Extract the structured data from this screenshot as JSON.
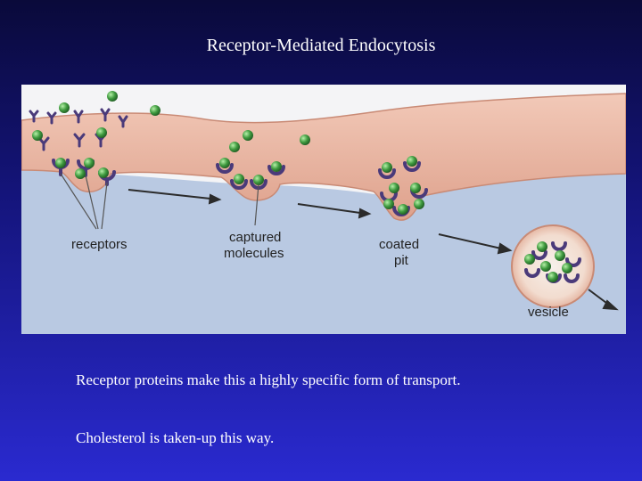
{
  "slide": {
    "title": "Receptor-Mediated Endocytosis",
    "bullets": [
      "Receptor proteins make this a highly specific form of transport.",
      "Cholesterol is taken-up this way."
    ]
  },
  "diagram": {
    "labels": {
      "receptors": "receptors",
      "captured_line1": "captured",
      "captured_line2": "molecules",
      "coated_line1": "coated",
      "coated_line2": "pit",
      "vesicle": "vesicle"
    },
    "colors": {
      "membrane": "#e8b7a4",
      "membrane_edge": "#c98a75",
      "cytoplasm": "#b9c9e2",
      "extracellular": "#f3f3f3",
      "receptor": "#4a3a7a",
      "molecule": "#3f9a3f"
    }
  }
}
